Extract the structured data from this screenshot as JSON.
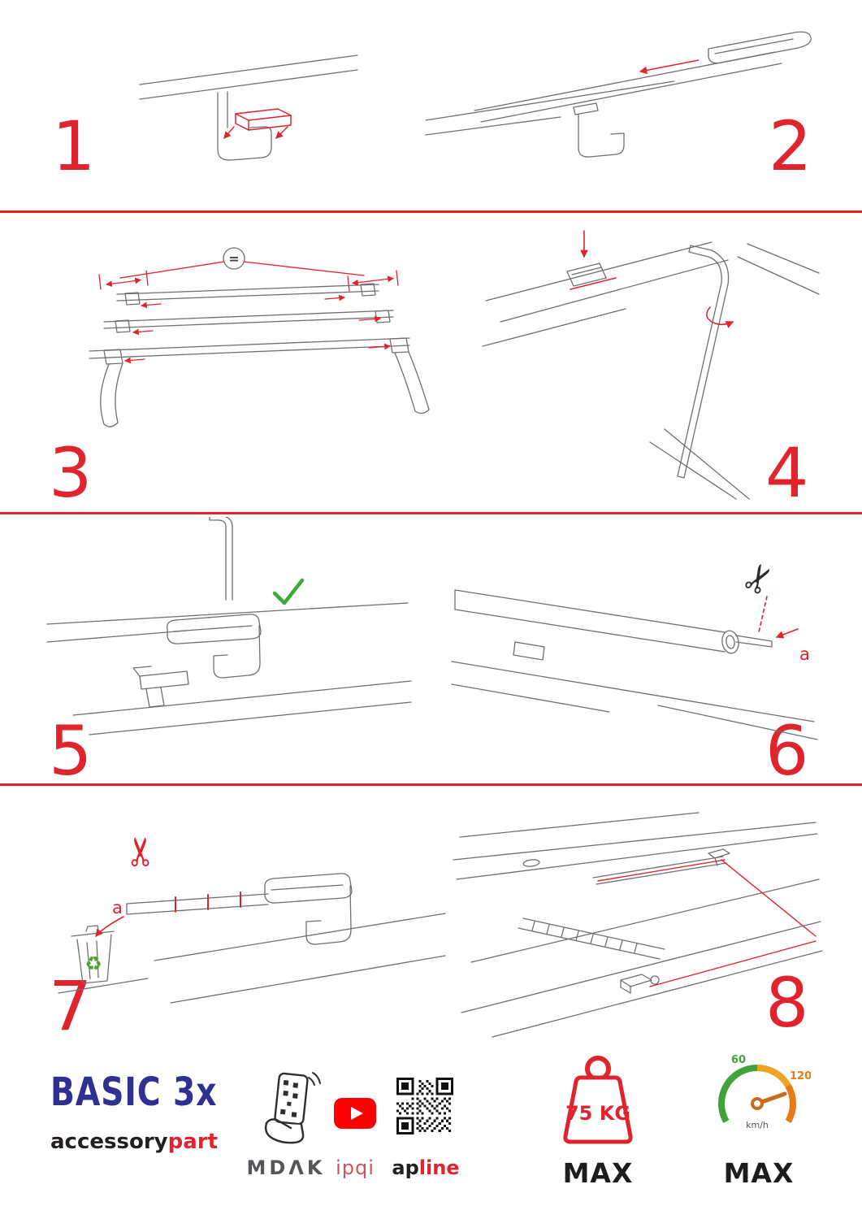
{
  "page": {
    "background": "#ffffff",
    "accent_red": "#e0242e",
    "line_gray": "#6f6f6f",
    "check_green": "#3aa83a",
    "recycle_green": "#4ba32e"
  },
  "steps": [
    {
      "number": "1"
    },
    {
      "number": "2"
    },
    {
      "number": "3"
    },
    {
      "number": "4"
    },
    {
      "number": "5"
    },
    {
      "number": "6"
    },
    {
      "number": "7"
    },
    {
      "number": "8"
    }
  ],
  "annotations": {
    "equal": "=",
    "label_a": "a"
  },
  "icons": {
    "scissors": "✂",
    "recycle": "♻"
  },
  "footer": {
    "product_name": "BASIC 3x",
    "brand_black": "accessory",
    "brand_red": "part",
    "logo_mdak": "MDΛK",
    "logo_ipqi": "ipqi",
    "logo_apline_black": "ap",
    "logo_apline_red": "line",
    "weight_limit": "75 KG",
    "weight_max_label": "MAX",
    "speed_tick_low": "60",
    "speed_tick_high": "120",
    "speed_unit": "km/h",
    "speed_max_label": "MAX"
  }
}
